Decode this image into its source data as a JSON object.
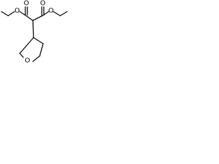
{
  "atoms": {
    "carbonyl_oxygen_left": "O",
    "ester_oxygen_left": "O",
    "carbonyl_oxygen_right": "O",
    "ester_oxygen_right": "O",
    "ring_oxygen": "O"
  },
  "colors": {
    "bond": "#000000",
    "background": "#ffffff"
  }
}
